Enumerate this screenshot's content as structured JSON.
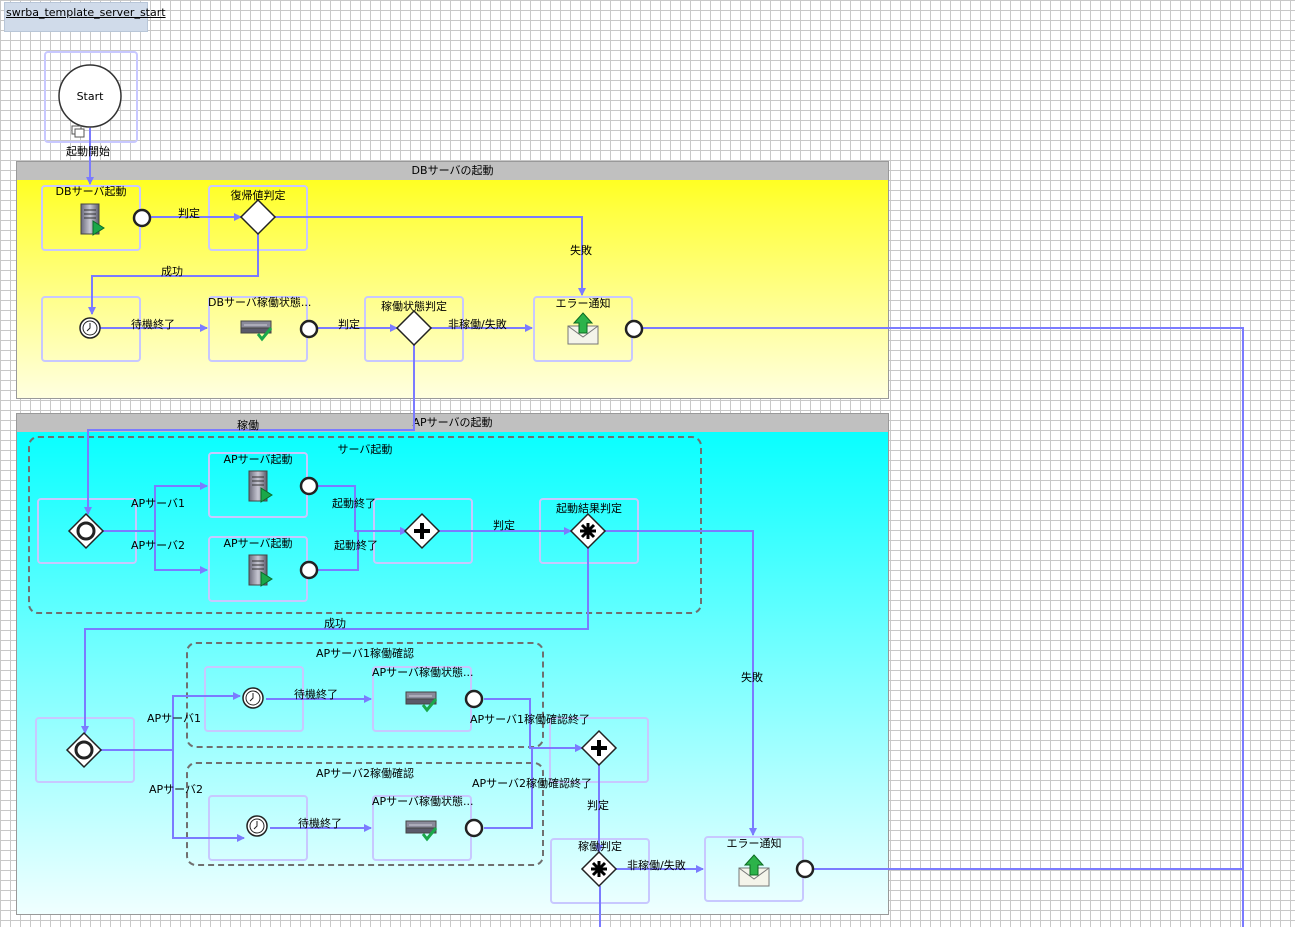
{
  "tab": {
    "title": "swrba_template_server_start"
  },
  "start": {
    "label": "Start",
    "caption": "起動開始"
  },
  "lanes": {
    "db": "DBサーバの起動",
    "ap": "APサーバの起動"
  },
  "groups": {
    "server_start": "サーバ起動",
    "ap1_check": "APサーバ1稼働確認",
    "ap2_check": "APサーバ2稼働確認"
  },
  "nodes": {
    "db_start": "DBサーバ起動",
    "return_check": "復帰値判定",
    "db_status": "DBサーバ稼働状態...",
    "op_judge1": "稼働状態判定",
    "error1": "エラー通知",
    "ap_start1": "APサーバ起動",
    "ap_start2": "APサーバ起動",
    "start_result": "起動結果判定",
    "ap_status1": "APサーバ稼働状態...",
    "ap_status2": "APサーバ稼働状態...",
    "op_judge2": "稼働判定",
    "error2": "エラー通知"
  },
  "edges": {
    "judge_a": "判定",
    "fail_a": "失敗",
    "success_a": "成功",
    "wait_end_a": "待機終了",
    "judge_b": "判定",
    "not_running_a": "非稼働/失敗",
    "running": "稼働",
    "ap1_a": "APサーバ1",
    "ap2_a": "APサーバ2",
    "start_end_a": "起動終了",
    "start_end_b": "起動終了",
    "judge_c": "判定",
    "success_b": "成功",
    "fail_b": "失敗",
    "ap1_b": "APサーバ1",
    "ap2_b": "APサーバ2",
    "wait_end_b": "待機終了",
    "wait_end_c": "待機終了",
    "ap1_check_end": "APサーバ1稼働確認終了",
    "ap2_check_end": "APサーバ2稼働確認終了",
    "judge_d": "判定",
    "not_running_b": "非稼働/失敗"
  },
  "colors": {
    "connector": "#7b7bff",
    "node_border": "#c8c8ff",
    "db_lane": "#ffff20",
    "ap_lane": "#00ffff"
  }
}
